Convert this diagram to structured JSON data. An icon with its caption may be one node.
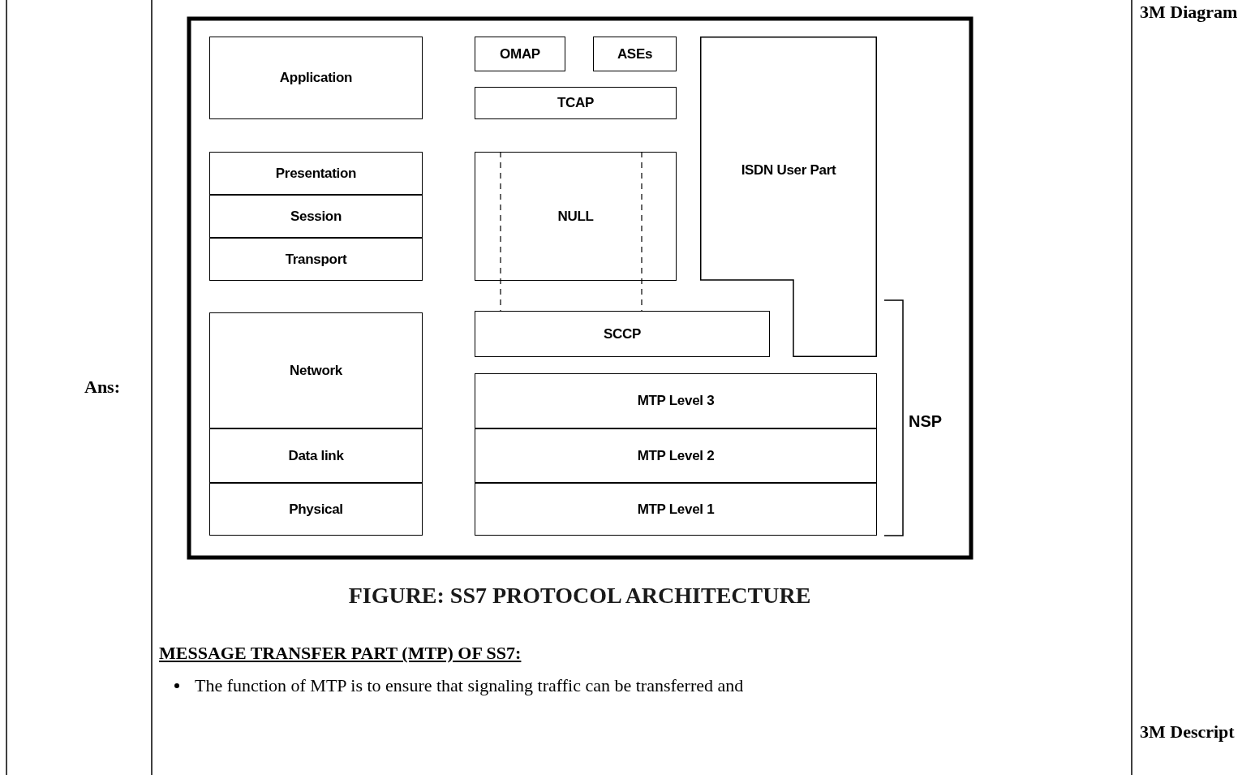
{
  "diagram": {
    "caption": "FIGURE: SS7 PROTOCOL ARCHITECTURE",
    "nodes": [
      {
        "text": [
          "Application"
        ]
      },
      {
        "text": [
          "OMAP"
        ]
      },
      {
        "text": [
          "ASEs"
        ]
      },
      {
        "text": [
          "ISDN User Part"
        ]
      },
      {
        "text": [
          "TCAP"
        ]
      },
      {
        "text": [
          "Presentation"
        ]
      },
      {
        "text": [
          "Session"
        ]
      },
      {
        "text": [
          "Transport"
        ]
      },
      {
        "text": [
          "NULL"
        ]
      },
      {
        "text": [
          "SCCP"
        ]
      },
      {
        "text": [
          "Network"
        ]
      },
      {
        "text": [
          "MTP Level 3"
        ]
      },
      {
        "text": [
          "Data link"
        ]
      },
      {
        "text": [
          "MTP Level 2"
        ]
      },
      {
        "text": [
          "Physical"
        ]
      },
      {
        "text": [
          "MTP Level 1"
        ]
      }
    ],
    "edges": [
      {
        "from": 8,
        "to": 9,
        "arrow": "none",
        "style": "dashed"
      },
      {
        "from": 8,
        "to": 9,
        "arrow": "none",
        "style": "dashed"
      }
    ],
    "labels": [
      "3M Diagram",
      "Ans:",
      "NSP",
      "MESSAGE TRANSFER PART (MTP) OF SS7:",
      "The function of MTP is to ensure that signaling traffic can be transferred and",
      "3M Descript"
    ]
  }
}
